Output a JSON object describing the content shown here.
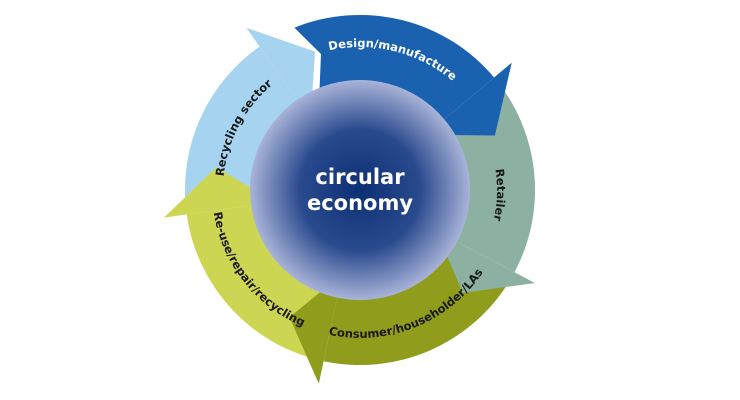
{
  "center": {
    "line1": "circular",
    "line2": "economy"
  },
  "stages": [
    {
      "label": "Design/manufacture",
      "color": "#1a62b0",
      "text_color": "#ffffff"
    },
    {
      "label": "Retailer",
      "color": "#8cb0a2",
      "text_color": "#1a1a1a"
    },
    {
      "label": "Consumer/householder/LAs",
      "color": "#8f9c1c",
      "text_color": "#1a1a1a"
    },
    {
      "label": "Re-use/repair/recycling",
      "color": "#cdd653",
      "text_color": "#1a1a1a"
    },
    {
      "label": "Recycling sector",
      "color": "#a6d4f0",
      "text_color": "#1a1a1a"
    }
  ],
  "colors": {
    "center_dark": "#0d2f73",
    "center_light": "#8e9cc8"
  }
}
